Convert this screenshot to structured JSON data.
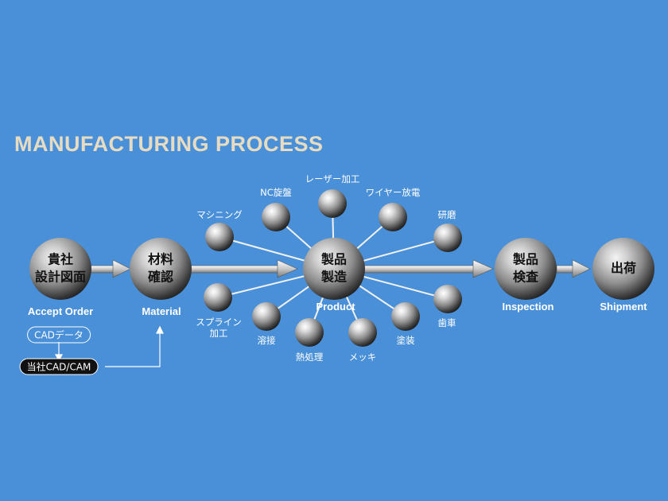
{
  "title": "MANUFACTURING  PROCESS",
  "colors": {
    "background": "#4a90d8",
    "title": "#e7dcc2",
    "text": "#ffffff"
  },
  "stages": {
    "order": {
      "line1": "貴社",
      "line2": "設計図面",
      "caption": "Accept Order"
    },
    "material": {
      "line1": "材料",
      "line2": "確認",
      "caption": "Material"
    },
    "product": {
      "line1": "製品",
      "line2": "製造",
      "caption": "Product"
    },
    "inspection": {
      "line1": "製品",
      "line2": "検査",
      "caption": "Inspection"
    },
    "shipment": {
      "line1": "出荷",
      "caption": "Shipment"
    }
  },
  "cad": {
    "data_label": "CADデータ",
    "system_label": "当社CAD/CAM"
  },
  "processes": {
    "machining": "マシニング",
    "nc_lathe": "NC旋盤",
    "laser": "レーザー加工",
    "wire_edm": "ワイヤー放電",
    "grinding": "研磨",
    "spline_1": "スプライン",
    "spline_2": "加工",
    "welding": "溶接",
    "heat_treatment": "熱処理",
    "plating": "メッキ",
    "painting": "塗装",
    "gears": "歯車"
  }
}
